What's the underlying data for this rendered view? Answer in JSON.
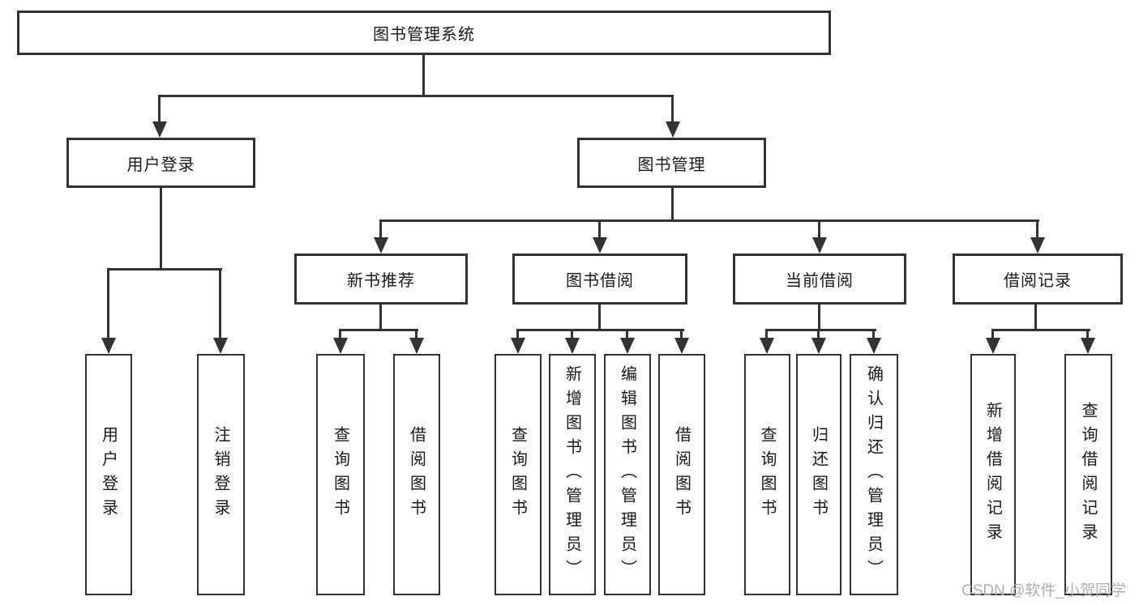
{
  "diagram": {
    "root": {
      "label": "图书管理系统"
    },
    "level2": [
      {
        "label": "用户登录"
      },
      {
        "label": "图书管理"
      }
    ],
    "level3": [
      {
        "label": "新书推荐"
      },
      {
        "label": "图书借阅"
      },
      {
        "label": "当前借阅"
      },
      {
        "label": "借阅记录"
      }
    ],
    "leaves": {
      "user_login": [
        "用户登录",
        "注销登录"
      ],
      "new_book_recommend": [
        "查询图书",
        "借阅图书"
      ],
      "book_borrow": [
        "查询图书",
        "新增图书（管理员）",
        "编辑图书（管理员）",
        "借阅图书"
      ],
      "current_borrow": [
        "查询图书",
        "归还图书",
        "确认归还（管理员）"
      ],
      "borrow_record": [
        "新增借阅记录",
        "查询借阅记录"
      ]
    }
  },
  "watermark": {
    "text": "CSDN @软件_小贺同学"
  },
  "colors": {
    "line": "#333333",
    "text": "#1a1a1a",
    "background": "#ffffff",
    "watermark": "#b0b0b0"
  }
}
